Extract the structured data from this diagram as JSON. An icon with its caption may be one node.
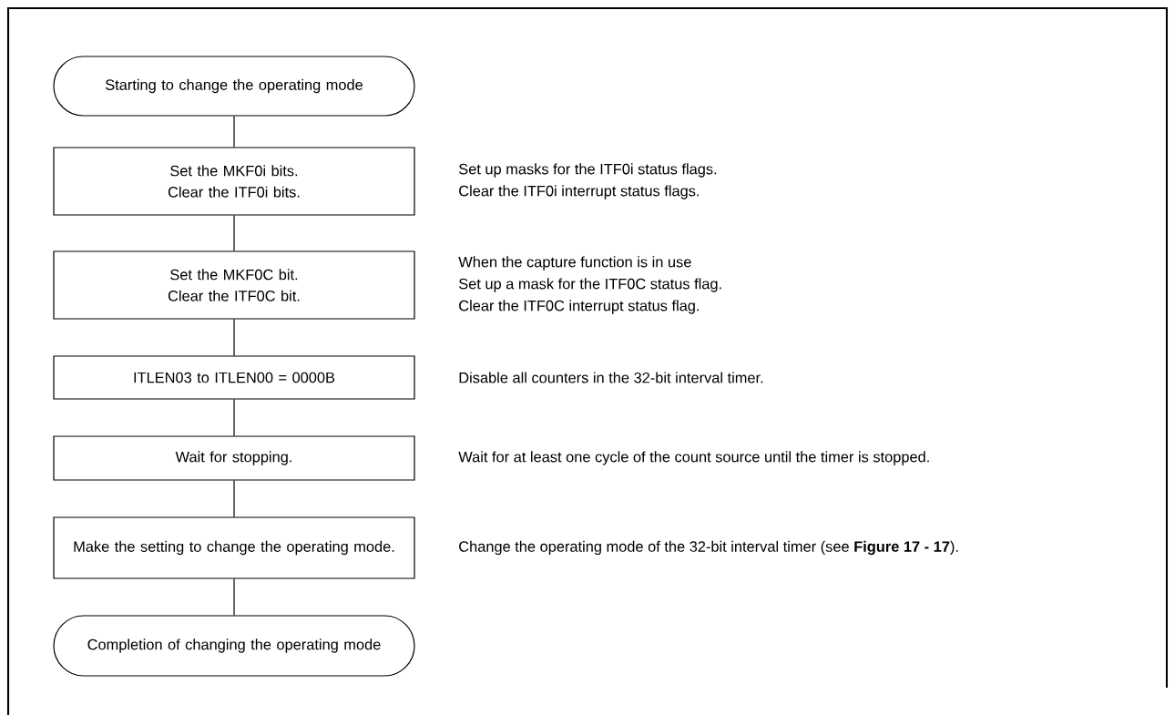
{
  "diagram": {
    "nodes": [
      {
        "text": [
          "Starting to change the operating mode"
        ]
      },
      {
        "text": [
          "Set the MKF0i bits.",
          "Clear the ITF0i bits."
        ],
        "beside": [
          "Set up masks for the ITF0i status flags.",
          "Clear the ITF0i interrupt status flags."
        ]
      },
      {
        "text": [
          "Set the MKF0C bit.",
          "Clear the ITF0C bit."
        ],
        "beside": [
          "When the capture function is in use",
          "Set up a mask for the ITF0C status flag.",
          "Clear the ITF0C interrupt status flag."
        ]
      },
      {
        "text": [
          "ITLEN03 to ITLEN00 = 0000B"
        ],
        "beside": [
          "Disable all counters in the 32-bit interval timer."
        ]
      },
      {
        "text": [
          "Wait for stopping."
        ],
        "beside": [
          "Wait for at least one cycle of the count source until the timer is stopped."
        ]
      },
      {
        "text": [
          "Make the setting to change the operating mode."
        ],
        "beside": [
          "Change the operating mode of the 32-bit interval timer (see **Figure 17 - 17**)."
        ]
      },
      {
        "text": [
          "Completion of changing the operating mode"
        ]
      }
    ],
    "edges": [
      {
        "from": 0,
        "to": 1,
        "arrow": "none"
      },
      {
        "from": 1,
        "to": 2,
        "arrow": "none"
      },
      {
        "from": 2,
        "to": 3,
        "arrow": "none"
      },
      {
        "from": 3,
        "to": 4,
        "arrow": "none"
      },
      {
        "from": 4,
        "to": 5,
        "arrow": "none"
      },
      {
        "from": 5,
        "to": 6,
        "arrow": "none"
      }
    ]
  }
}
